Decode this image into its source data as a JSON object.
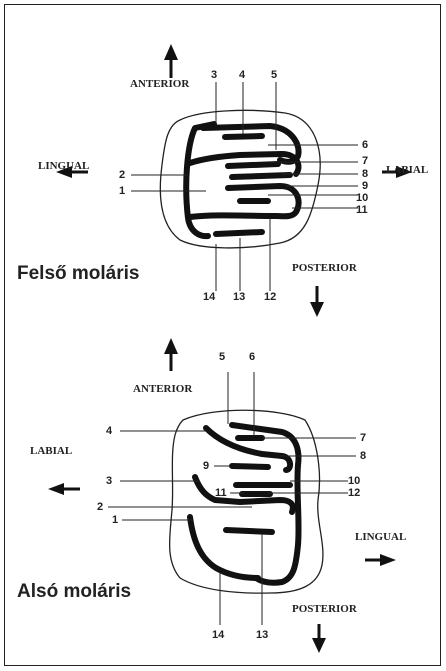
{
  "upper": {
    "title": "Felső moláris",
    "directions": {
      "anterior": "ANTERIOR",
      "posterior": "POSTERIOR",
      "left": "LINGUAL",
      "right": "LABIAL"
    },
    "labels": [
      "1",
      "2",
      "3",
      "4",
      "5",
      "6",
      "7",
      "8",
      "9",
      "10",
      "11",
      "12",
      "13",
      "14"
    ]
  },
  "lower": {
    "title": "Alsó moláris",
    "directions": {
      "anterior": "ANTERIOR",
      "posterior": "POSTERIOR",
      "left": "LABIAL",
      "right": "LINGUAL"
    },
    "labels": [
      "1",
      "2",
      "3",
      "4",
      "5",
      "6",
      "7",
      "8",
      "9",
      "10",
      "11",
      "12",
      "13",
      "14"
    ]
  }
}
